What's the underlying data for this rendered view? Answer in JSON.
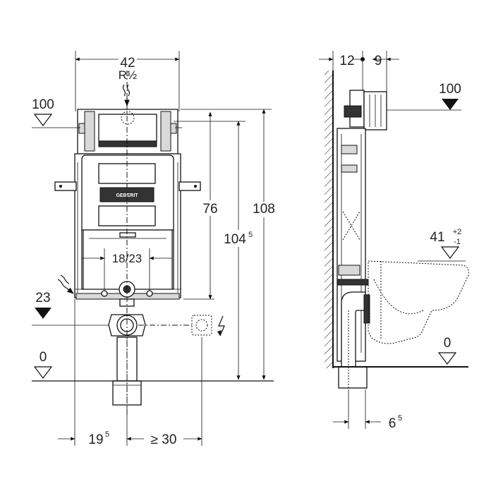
{
  "front_view": {
    "width_top": "42",
    "thread_label": "R½",
    "level_100": "100",
    "height_76": "76",
    "height_104": "104",
    "height_104_sup": "5",
    "height_108": "108",
    "range_label": "18/23",
    "level_23": "23",
    "level_0": "0",
    "dim_19": "19",
    "dim_19_sup": "5",
    "dim_ge30": "≥ 30",
    "brand_plate": "GEBERIT"
  },
  "side_view": {
    "depth_12": "12",
    "depth_9": "9",
    "level_100": "100",
    "bowl_height": "41",
    "bowl_height_plus": "+2",
    "bowl_height_minus": "-1",
    "level_0": "0",
    "dim_6": "6",
    "dim_6_sup": "5"
  },
  "colors": {
    "line": "#111111",
    "fill_gray": "#d9d9d9",
    "background": "#ffffff"
  },
  "icons": [
    "water-supply-wavy-icon",
    "drain-wavy-icon",
    "lightning-icon",
    "level-triangle-icon"
  ]
}
